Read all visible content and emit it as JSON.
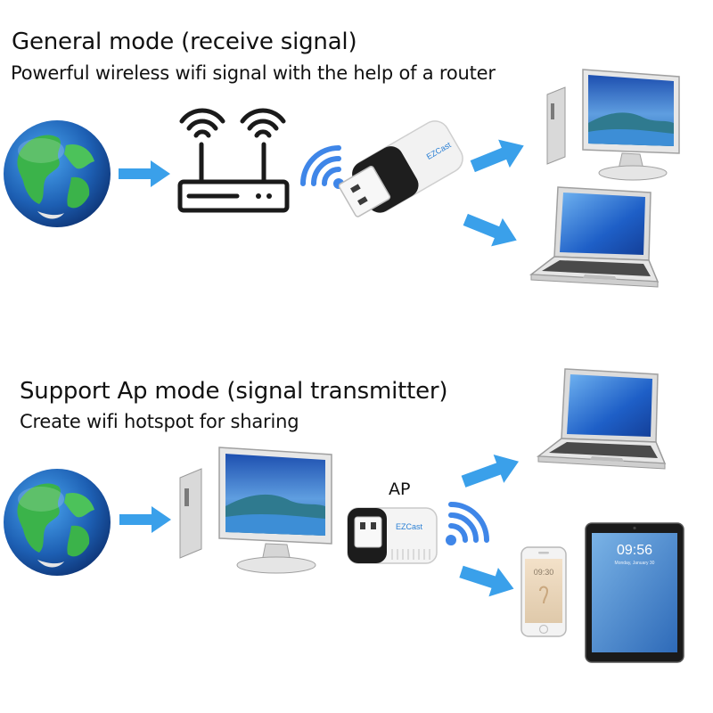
{
  "section_general": {
    "title": "General mode (receive signal)",
    "subtitle": "Powerful wireless wifi signal with the help of a router",
    "adapter_brand": "EZCast"
  },
  "section_ap": {
    "title": "Support Ap mode (signal transmitter)",
    "subtitle": "Create wifi hotspot for sharing",
    "ap_label": "AP",
    "adapter_brand": "EZCast",
    "tablet_time": "09:56",
    "tablet_date": "Monday, January 30",
    "phone_time": "09:30"
  },
  "colors": {
    "arrow": "#3aa0ea",
    "wifi_wave": "#3f86e8",
    "router_line": "#1a1a1a",
    "ocean": "#1d5fb3",
    "land": "#3bb34a"
  }
}
